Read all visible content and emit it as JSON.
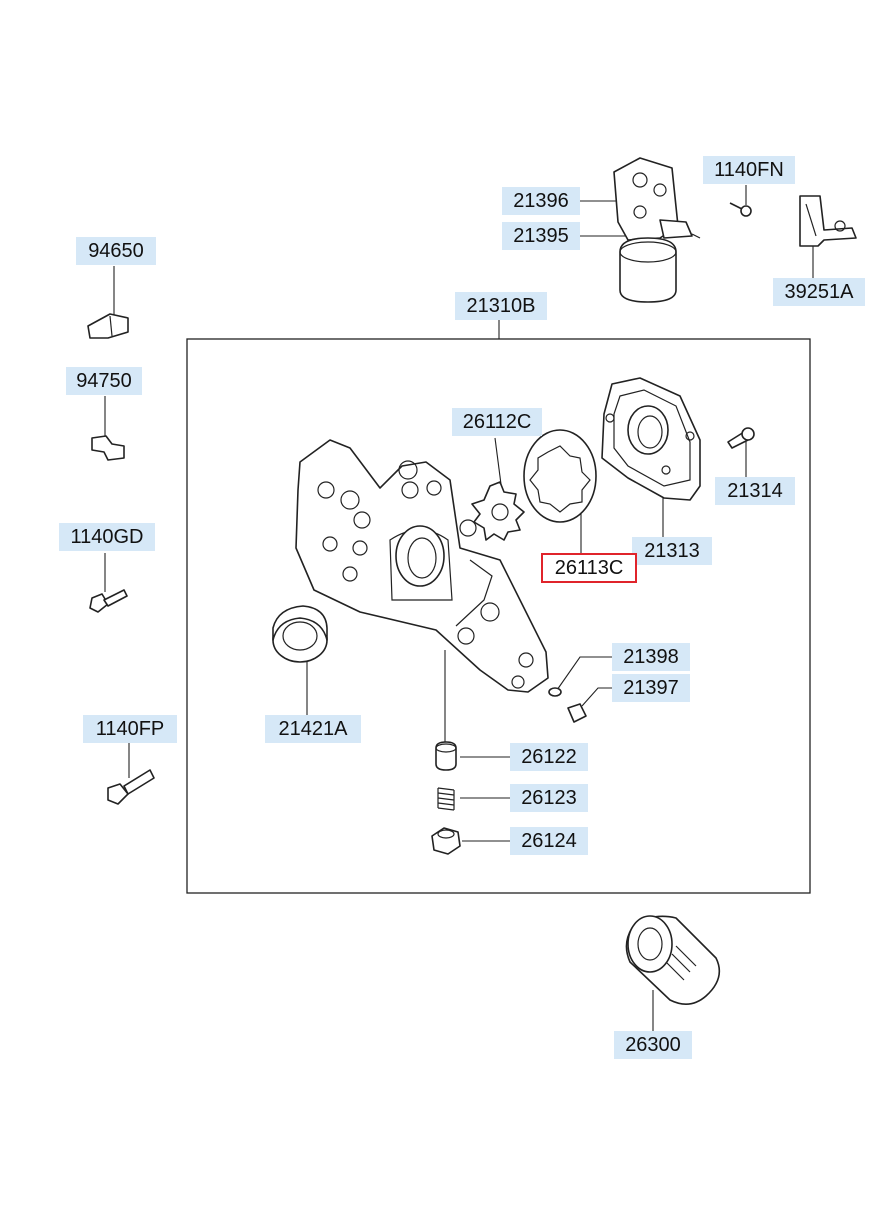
{
  "callouts": [
    {
      "id": "c21396",
      "label": "21396"
    },
    {
      "id": "c21395",
      "label": "21395"
    },
    {
      "id": "c1140FN",
      "label": "1140FN"
    },
    {
      "id": "c39251A",
      "label": "39251A"
    },
    {
      "id": "c94650",
      "label": "94650"
    },
    {
      "id": "c21310B",
      "label": "21310B"
    },
    {
      "id": "c94750",
      "label": "94750"
    },
    {
      "id": "c26112C",
      "label": "26112C"
    },
    {
      "id": "c21314",
      "label": "21314"
    },
    {
      "id": "c1140GD",
      "label": "1140GD"
    },
    {
      "id": "c21313",
      "label": "21313"
    },
    {
      "id": "c26113C",
      "label": "26113C",
      "highlighted": true
    },
    {
      "id": "c21398",
      "label": "21398"
    },
    {
      "id": "c21397",
      "label": "21397"
    },
    {
      "id": "c21421A",
      "label": "21421A"
    },
    {
      "id": "c1140FP",
      "label": "1140FP"
    },
    {
      "id": "c26122",
      "label": "26122"
    },
    {
      "id": "c26123",
      "label": "26123"
    },
    {
      "id": "c26124",
      "label": "26124"
    },
    {
      "id": "c26300",
      "label": "26300"
    }
  ],
  "colors": {
    "callout_bg": "#d6e8f7",
    "highlight_border": "#e0242b",
    "line": "#222222"
  }
}
